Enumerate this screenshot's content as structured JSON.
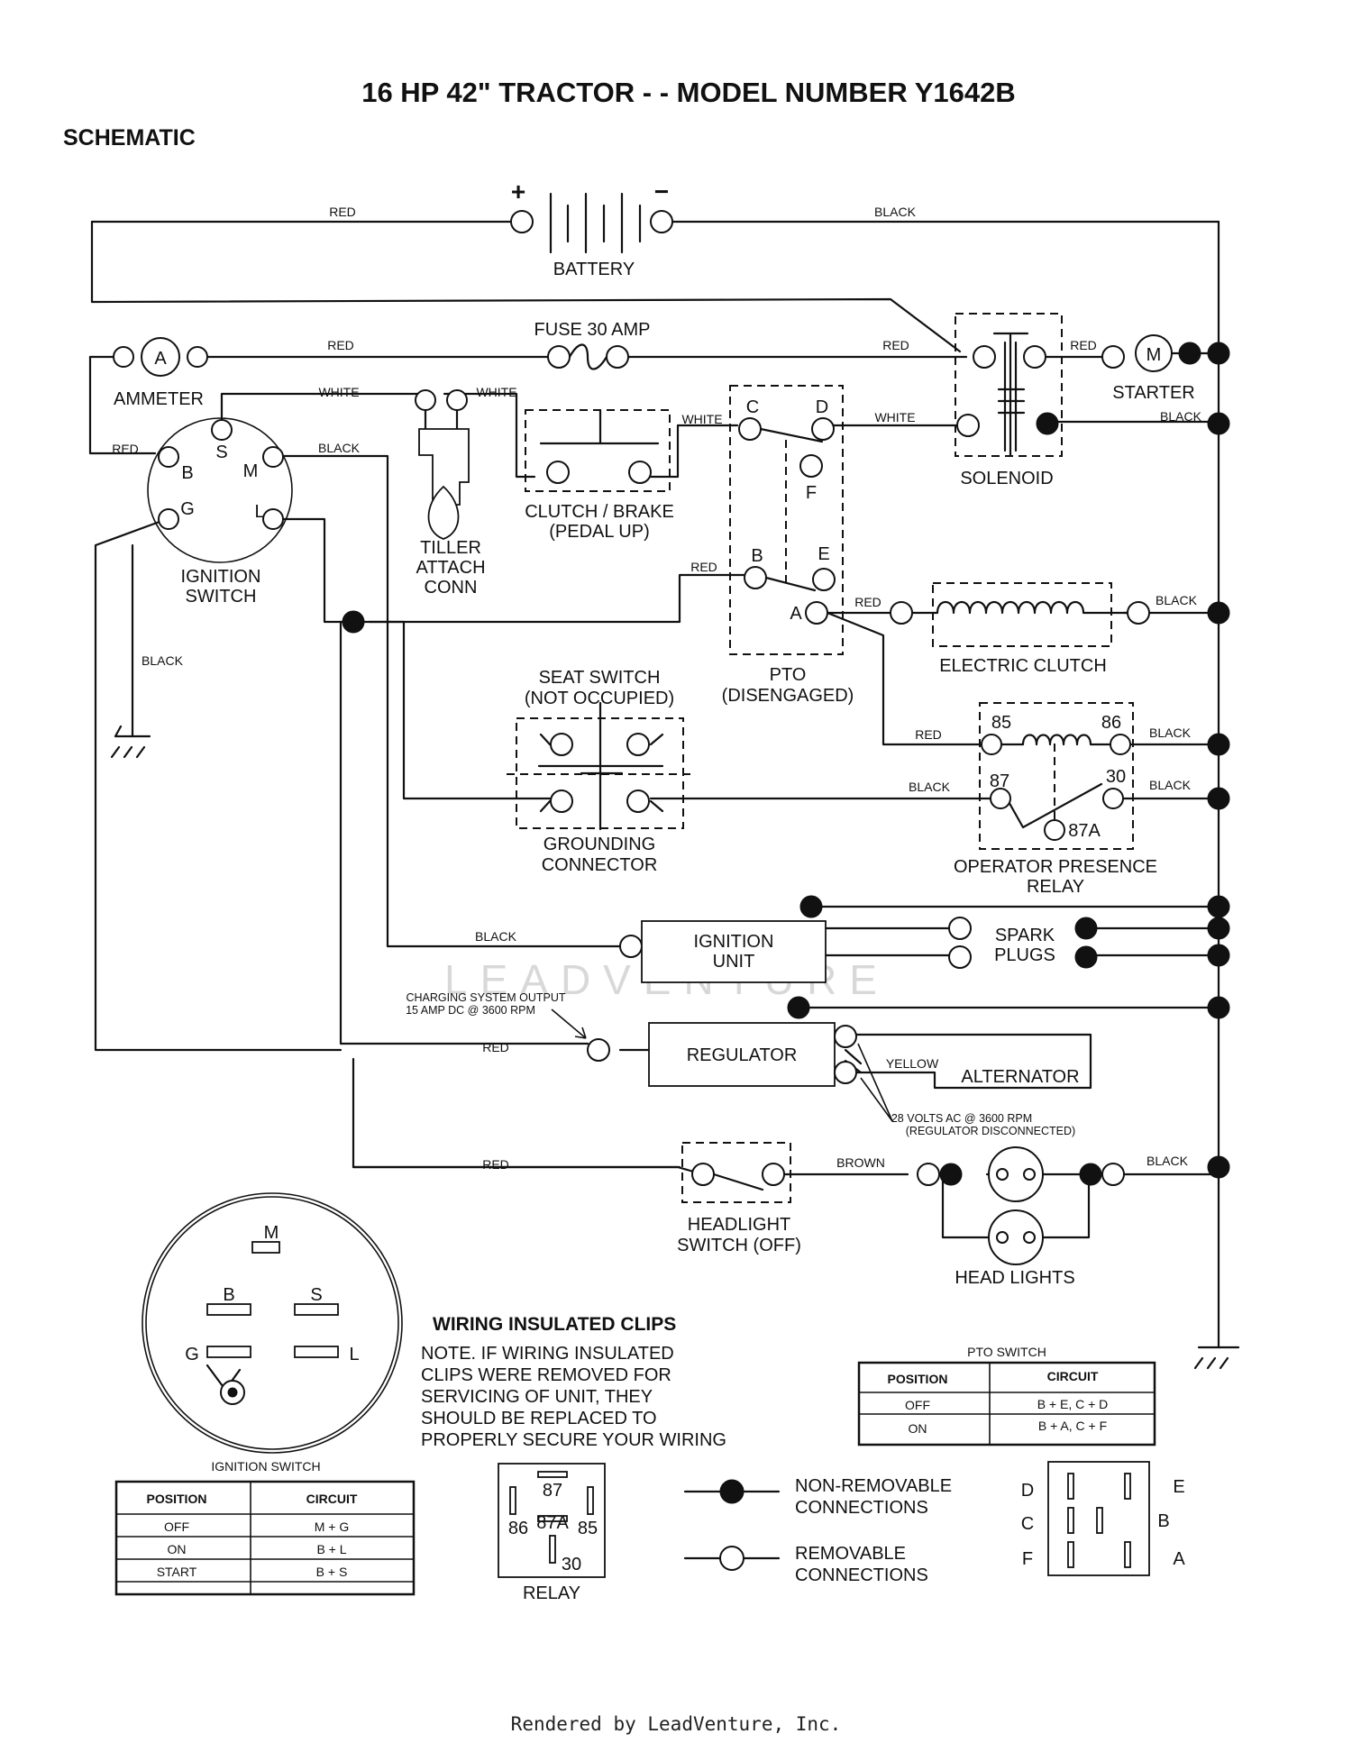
{
  "title": "16 HP 42\" TRACTOR - - MODEL NUMBER Y1642B",
  "subtitle": "SCHEMATIC",
  "watermark": "LEADVENTURE",
  "footer": "Rendered by LeadVenture, Inc.",
  "battery": {
    "label": "BATTERY",
    "plus": "+",
    "minus": "−"
  },
  "fuse": "FUSE 30 AMP",
  "ammeter": {
    "label": "AMMETER",
    "symbol": "A"
  },
  "starter": {
    "label": "STARTER",
    "symbol": "M"
  },
  "solenoid": "SOLENOID",
  "tiller": [
    "TILLER",
    "ATTACH",
    "CONN"
  ],
  "clutch_brake": [
    "CLUTCH / BRAKE",
    "(PEDAL UP)"
  ],
  "ignition_switch": {
    "label": [
      "IGNITION",
      "SWITCH"
    ],
    "terminals": {
      "S": "S",
      "B": "B",
      "M": "M",
      "G": "G",
      "L": "L"
    }
  },
  "pto": {
    "label": [
      "PTO",
      "(DISENGAGED)"
    ],
    "terminals": {
      "C": "C",
      "D": "D",
      "F": "F",
      "B": "B",
      "E": "E",
      "A": "A"
    }
  },
  "electric_clutch": "ELECTRIC CLUTCH",
  "seat_switch": [
    "SEAT SWITCH",
    "(NOT OCCUPIED)"
  ],
  "grounding_connector": [
    "GROUNDING",
    "CONNECTOR"
  ],
  "relay": {
    "label": [
      "OPERATOR PRESENCE",
      "RELAY"
    ],
    "terminals": {
      "t85": "85",
      "t86": "86",
      "t87": "87",
      "t30": "30",
      "t87a": "87A"
    }
  },
  "ignition_unit": [
    "IGNITION",
    "UNIT"
  ],
  "spark_plugs": [
    "SPARK",
    "PLUGS"
  ],
  "charging_note": [
    "CHARGING SYSTEM OUTPUT",
    "15 AMP DC @ 3600 RPM"
  ],
  "regulator": "REGULATOR",
  "alternator": "ALTERNATOR",
  "alternator_note": [
    "28 VOLTS AC @ 3600 RPM",
    "(REGULATOR DISCONNECTED)"
  ],
  "headlight_switch": [
    "HEADLIGHT",
    "SWITCH (OFF)"
  ],
  "head_lights": "HEAD LIGHTS",
  "wires": {
    "red": "RED",
    "black": "BLACK",
    "white": "WHITE",
    "yellow": "YELLOW",
    "brown": "BROWN"
  },
  "clips": {
    "heading": "WIRING INSULATED CLIPS",
    "note": [
      "NOTE. IF WIRING INSULATED",
      "CLIPS WERE REMOVED FOR",
      "SERVICING OF UNIT, THEY",
      "SHOULD BE REPLACED TO",
      "PROPERLY SECURE YOUR WIRING"
    ]
  },
  "switch_face": {
    "M": "M",
    "B": "B",
    "S": "S",
    "G": "G",
    "L": "L",
    "caption": "IGNITION SWITCH"
  },
  "ignition_table": {
    "headers": [
      "POSITION",
      "CIRCUIT"
    ],
    "rows": [
      [
        "OFF",
        "M + G"
      ],
      [
        "ON",
        "B + L"
      ],
      [
        "START",
        "B + S"
      ]
    ]
  },
  "pto_table": {
    "title": "PTO SWITCH",
    "headers": [
      "POSITION",
      "CIRCUIT"
    ],
    "rows": [
      [
        "OFF",
        "B + E, C + D"
      ],
      [
        "ON",
        "B + A, C + F"
      ]
    ]
  },
  "relay_pinout": {
    "t87": "87",
    "t86": "86",
    "t87a": "87A",
    "t85": "85",
    "t30": "30",
    "caption": "RELAY"
  },
  "legend": {
    "non_removable": [
      "NON-REMOVABLE",
      "CONNECTIONS"
    ],
    "removable": [
      "REMOVABLE",
      "CONNECTIONS"
    ]
  },
  "pto_pinout": {
    "D": "D",
    "C": "C",
    "F": "F",
    "E": "E",
    "B": "B",
    "A": "A"
  }
}
